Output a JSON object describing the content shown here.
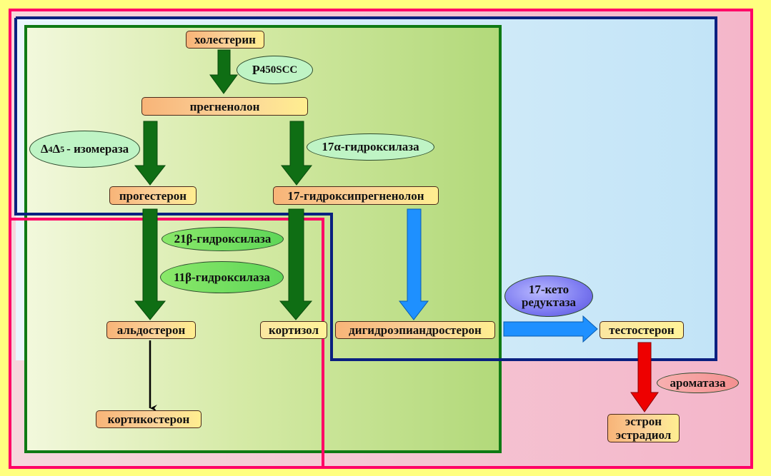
{
  "nodes": {
    "cholesterol": "холестерин",
    "pregnenolone": "прегненолон",
    "progesterone": "прогестерон",
    "hydroxypregnenolone": "17-гидроксипрегненолон",
    "aldosterone": "альдостерон",
    "cortisol": "кортизол",
    "dhea": "дигидроэпиандростерон",
    "testosterone": "тестостерон",
    "corticosterone": "кортикостерон",
    "estrone": "эстрон",
    "estradiol": "эстрадиол"
  },
  "enzymes": {
    "p450scc_main": "P",
    "p450scc_sub": "450SCC",
    "isomerase_delta1": "Δ",
    "isomerase_sup1": "4",
    "isomerase_delta2": "Δ",
    "isomerase_sup2": "5",
    "isomerase_name": "- изомераза",
    "hydroxylase17": "17α-гидроксилаза",
    "hydroxylase21": "21β-гидроксилаза",
    "hydroxylase11": "11β-гидроксилаза",
    "ketoreductase_line1": "17-кето",
    "ketoreductase_line2": "редуктаза",
    "aromatase": "ароматаза"
  },
  "colors": {
    "green_arrow": "#0f6e14",
    "blue_arrow": "#1e90ff",
    "red_arrow": "#ee0000",
    "green_region_border": "#0f7a14",
    "blue_region_border": "#0a2080",
    "pink_region_border": "#ff0066"
  }
}
